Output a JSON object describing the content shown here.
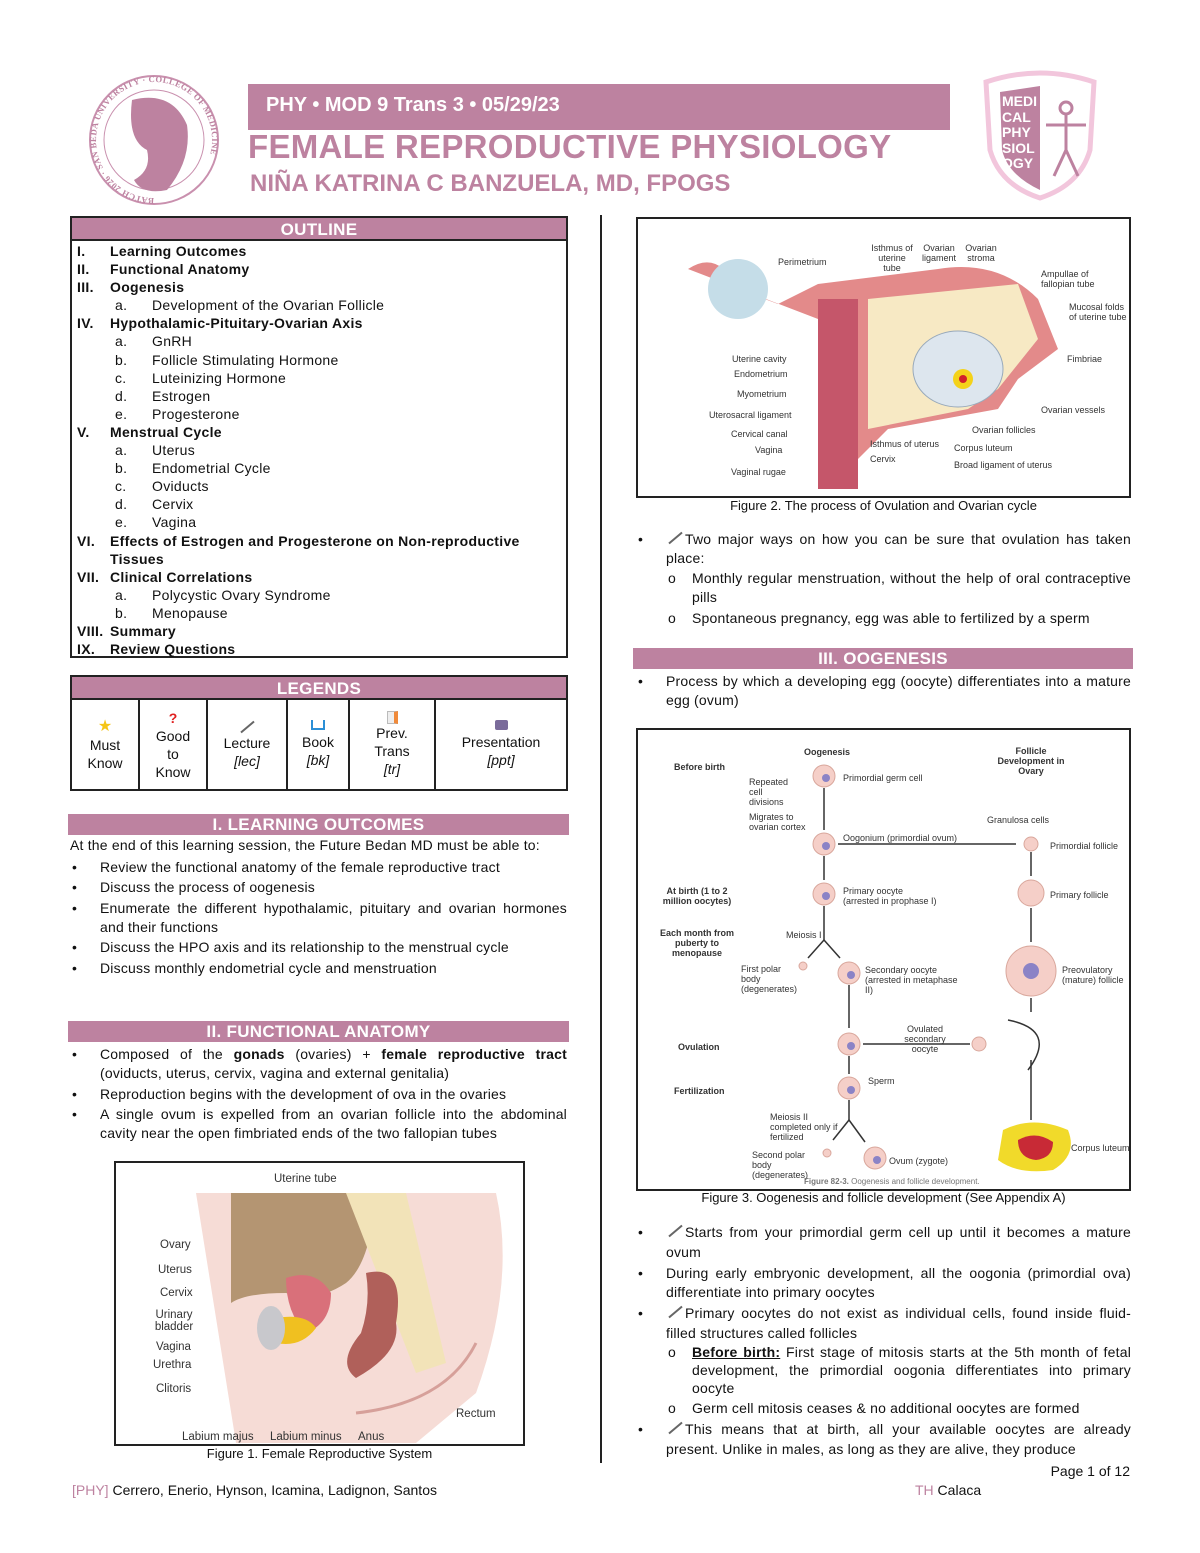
{
  "header": {
    "course_line": "PHY • MOD 9 Trans 3 • 05/29/23",
    "title": "FEMALE REPRODUCTIVE PHYSIOLOGY",
    "lecturer": "NIÑA KATRINA C BANZUELA, MD, FPOGS",
    "left_logo_text": "BATCH 2026 · SAN BEDA UNIVERSITY · COLLEGE OF MEDICINE",
    "right_logo_text": "MEDICAL PHYSIOLOGY",
    "accent_color": "#bd82a0"
  },
  "outline": {
    "title": "OUTLINE",
    "items": [
      {
        "num": "I.",
        "label": "Learning Outcomes",
        "level": 1
      },
      {
        "num": "II.",
        "label": "Functional Anatomy",
        "level": 1
      },
      {
        "num": "III.",
        "label": "Oogenesis",
        "level": 1
      },
      {
        "num": "a.",
        "label": "Development of the Ovarian Follicle",
        "level": 2
      },
      {
        "num": "IV.",
        "label": "Hypothalamic-Pituitary-Ovarian Axis",
        "level": 1
      },
      {
        "num": "a.",
        "label": "GnRH",
        "level": 2
      },
      {
        "num": "b.",
        "label": "Follicle Stimulating Hormone",
        "level": 2
      },
      {
        "num": "c.",
        "label": "Luteinizing Hormone",
        "level": 2
      },
      {
        "num": "d.",
        "label": "Estrogen",
        "level": 2
      },
      {
        "num": "e.",
        "label": "Progesterone",
        "level": 2
      },
      {
        "num": "V.",
        "label": "Menstrual Cycle",
        "level": 1
      },
      {
        "num": "a.",
        "label": "Uterus",
        "level": 2
      },
      {
        "num": "b.",
        "label": "Endometrial Cycle",
        "level": 2
      },
      {
        "num": "c.",
        "label": "Oviducts",
        "level": 2
      },
      {
        "num": "d.",
        "label": "Cervix",
        "level": 2
      },
      {
        "num": "e.",
        "label": "Vagina",
        "level": 2
      },
      {
        "num": "VI.",
        "label": "Effects of Estrogen and Progesterone on Non-reproductive Tissues",
        "level": 1
      },
      {
        "num": "VII.",
        "label": "Clinical Correlations",
        "level": 1
      },
      {
        "num": "a.",
        "label": "Polycystic Ovary Syndrome",
        "level": 2
      },
      {
        "num": "b.",
        "label": "Menopause",
        "level": 2
      },
      {
        "num": "VIII.",
        "label": "Summary",
        "level": 1
      },
      {
        "num": "IX.",
        "label": "Review Questions",
        "level": 1
      }
    ]
  },
  "legends": {
    "title": "LEGENDS",
    "items": [
      {
        "icon": "star-icon",
        "label": "Must Know",
        "tag": ""
      },
      {
        "icon": "question-icon",
        "label": "Good to Know",
        "tag": ""
      },
      {
        "icon": "pen-icon",
        "label": "Lecture",
        "tag": "[lec]"
      },
      {
        "icon": "book-icon",
        "label": "Book",
        "tag": "[bk]"
      },
      {
        "icon": "document-icon",
        "label": "Prev. Trans",
        "tag": "[tr]"
      },
      {
        "icon": "tv-icon",
        "label": "Presentation",
        "tag": "[ppt]"
      }
    ]
  },
  "learning_outcomes": {
    "title": "I. LEARNING OUTCOMES",
    "intro": "At the end of this learning session, the Future Bedan MD must be able to:",
    "bullets": [
      "Review the functional anatomy of the female reproductive tract",
      "Discuss the process of oogenesis",
      "Enumerate the different hypothalamic, pituitary and ovarian hormones and their functions",
      "Discuss the HPO axis and its relationship to the menstrual cycle",
      "Discuss monthly endometrial cycle and menstruation"
    ]
  },
  "functional_anatomy": {
    "title": "II. FUNCTIONAL ANATOMY",
    "b1_pre": "Composed of the ",
    "b1_gonads": "gonads",
    "b1_mid": " (ovaries) + ",
    "b1_tract": "female reproductive tract",
    "b1_post": " (oviducts, uterus, cervix, vagina and external genitalia)",
    "b2": "Reproduction begins with the development of ova in the ovaries",
    "b3": "A single ovum is expelled from an ovarian follicle into the abdominal cavity near the open fimbriated ends of the two fallopian tubes"
  },
  "figure1": {
    "caption": "Figure 1. Female Reproductive System",
    "labels": [
      "Uterine tube",
      "Ovary",
      "Uterus",
      "Cervix",
      "Urinary bladder",
      "Vagina",
      "Urethra",
      "Clitoris",
      "Labium majus",
      "Labium minus",
      "Anus",
      "Rectum"
    ]
  },
  "figure2": {
    "caption": "Figure 2. The process of Ovulation and Ovarian cycle",
    "labels": [
      "Perimetrium",
      "Isthmus of uterine tube",
      "Ovarian ligament",
      "Ovarian stroma",
      "Ampullae of fallopian tube",
      "Mucosal folds of uterine tube",
      "Fimbriae",
      "Ovarian vessels",
      "Ovarian follicles",
      "Corpus luteum",
      "Broad ligament of uterus",
      "Isthmus of uterus",
      "Cervix",
      "Uterine cavity",
      "Endometrium",
      "Myometrium",
      "Uterosacral ligament",
      "Cervical canal",
      "Vagina",
      "Vaginal rugae"
    ]
  },
  "ovulation_notes": {
    "b1": "Two major ways on how you can be sure that ovulation has taken place:",
    "sub": [
      "Monthly regular menstruation, without the help of oral contraceptive pills",
      "Spontaneous pregnancy, egg was able to fertilized by a sperm"
    ]
  },
  "oogenesis": {
    "title": "III. OOGENESIS",
    "b1": "Process by which a developing egg (oocyte) differentiates into a mature egg (ovum)",
    "b2": "Starts from your primordial germ cell up until it becomes a mature ovum",
    "b3": "During early embryonic development, all the oogonia (primordial ova) differentiate into primary oocytes",
    "b4": "Primary oocytes do not exist as individual cells, found inside fluid-filled structures called follicles",
    "s1_label": "Before birth:",
    "s1_text": " First stage of mitosis starts at the 5th month of fetal development, the primordial oogonia differentiates into primary oocyte",
    "s2": "Germ cell mitosis ceases & no additional oocytes are formed",
    "b5": "This means that at birth, all your available oocytes are already present. Unlike in males, as long as they are alive, they produce"
  },
  "figure3": {
    "caption": "Figure 3. Oogenesis and follicle development (See Appendix A)",
    "inner_caption_bold": "Figure 82-3.",
    "inner_caption": " Oogenesis and follicle development.",
    "col_oogenesis": "Oogenesis",
    "col_follicle": "Follicle Development in Ovary",
    "stages": [
      "Before birth",
      "At birth (1 to 2 million oocytes)",
      "Each month from puberty to menopause",
      "Ovulation",
      "Fertilization"
    ],
    "labels": [
      "Repeated cell divisions",
      "Primordial germ cell",
      "Migrates to ovarian cortex",
      "Oogonium (primordial ovum)",
      "Granulosa cells",
      "Primordial follicle",
      "Primary oocyte (arrested in prophase I)",
      "Primary follicle",
      "Meiosis I",
      "First polar body (degenerates)",
      "Secondary oocyte (arrested in metaphase II)",
      "Preovulatory (mature) follicle",
      "Ovulated secondary oocyte",
      "Sperm",
      "Meiosis II completed only if fertilized",
      "Second polar body (degenerates)",
      "Ovum (zygote)",
      "Corpus luteum"
    ]
  },
  "footer": {
    "page": "Page 1 of 12",
    "left_tag": "[PHY]",
    "left_names": " Cerrero, Enerio, Hynson, Icamina, Ladignon, Santos",
    "right_tag": "TH",
    "right_names": " Calaca"
  }
}
